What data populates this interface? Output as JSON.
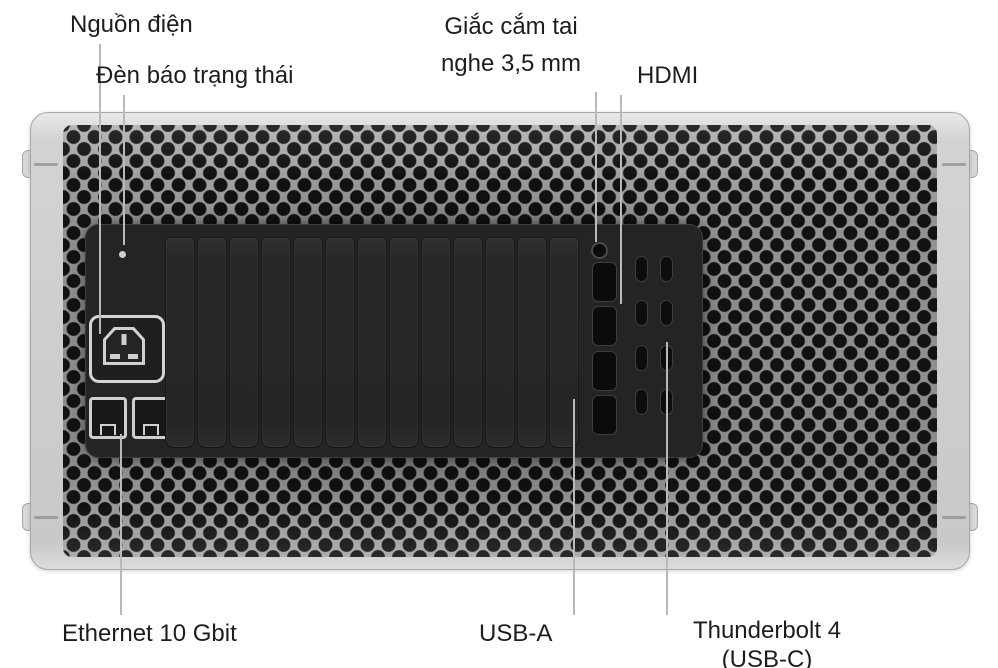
{
  "figure": {
    "description": "Mac Pro rear view port diagram",
    "labels": {
      "power": "Nguồn điện",
      "status_light": "Đèn báo trạng thái",
      "headphone_jack": [
        "Giắc cắm tai",
        "nghe 3,5 mm"
      ],
      "hdmi": "HDMI",
      "ethernet": "Ethernet 10 Gbit",
      "usb_a": "USB-A",
      "thunderbolt": [
        "Thunderbolt 4",
        "(USB-C)"
      ]
    },
    "colors": {
      "background": "#ffffff",
      "text": "#1d1d1f",
      "callout_line": "#b9b9b9",
      "chassis_silver": "#cccccc",
      "panel_dark": "#242424"
    },
    "hardware": {
      "slot_covers": 13,
      "ethernet_ports": 2,
      "hdmi_ports": 2,
      "usb_a_ports": 2,
      "thunderbolt_ports": 8,
      "thunderbolt_columns": 2
    }
  }
}
